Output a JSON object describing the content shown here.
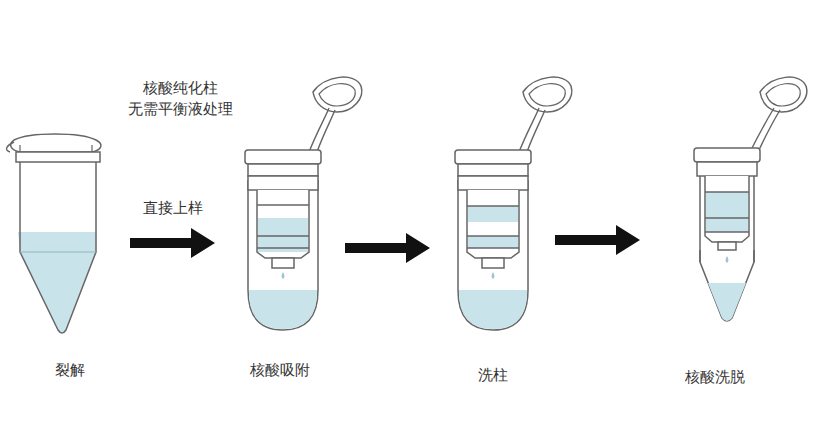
{
  "diagram": {
    "nodes": [
      {
        "text": [
          "裂解"
        ]
      },
      {
        "text": [
          "核酸吸附"
        ]
      },
      {
        "text": [
          "洗柱"
        ]
      },
      {
        "text": [
          "核酸洗脱"
        ]
      }
    ],
    "edges": [
      {
        "from": 0,
        "to": 1,
        "arrow": "to",
        "label": "直接上样"
      },
      {
        "from": 1,
        "to": 2,
        "arrow": "to"
      },
      {
        "from": 2,
        "to": 3,
        "arrow": "to"
      }
    ],
    "labels": [
      "核酸纯化柱 无需平衡液处理"
    ]
  }
}
